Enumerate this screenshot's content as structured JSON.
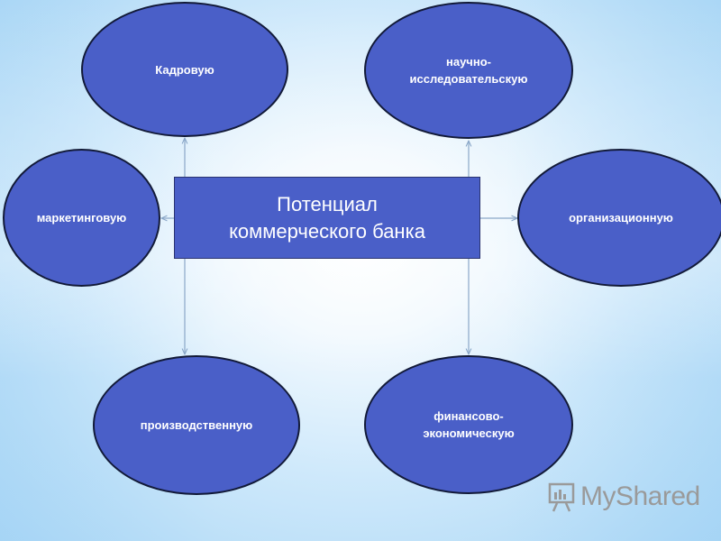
{
  "center": {
    "label": "Потенциал\nкоммерческого банка"
  },
  "nodes": {
    "kadr": "Кадровую",
    "nauch": "научно-\nисследовательскую",
    "mark": "маркетинговую",
    "org": "организационную",
    "proiz": "производственную",
    "fin": "финансово-\nэкономическую"
  },
  "watermark": {
    "text": "MyShared"
  },
  "colors": {
    "node_fill": "#4a5fc8",
    "node_border": "#121a38",
    "connector": "#8aa7c8"
  }
}
